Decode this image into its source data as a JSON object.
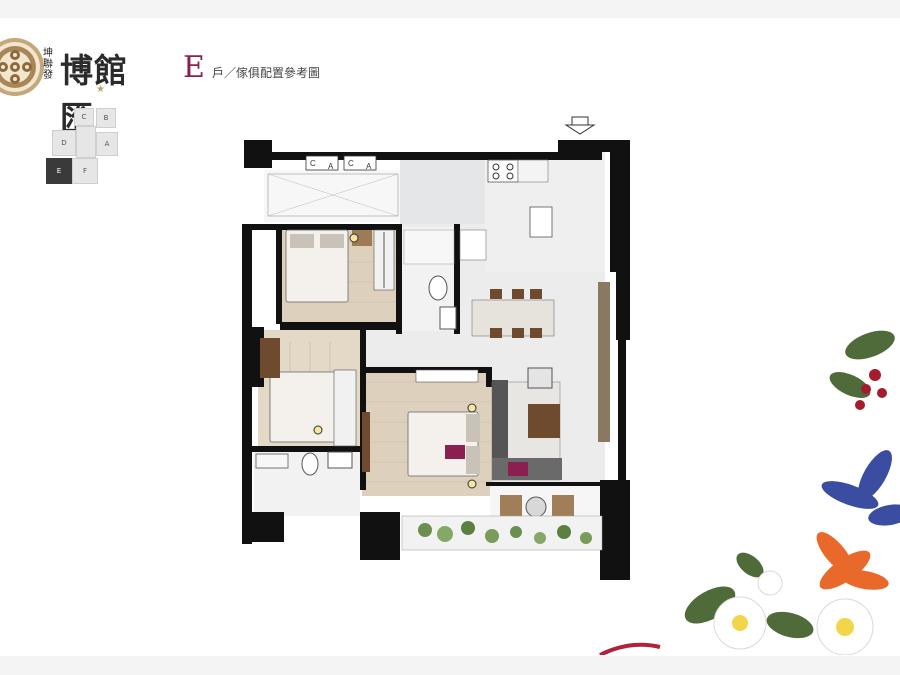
{
  "header": {
    "brand_small": "坤聯發",
    "brand_name": "博館匯",
    "unit_letter": "E",
    "subtitle": "戶／傢俱配置參考圖"
  },
  "keyplan": {
    "cells": [
      "C",
      "B",
      "D",
      "A",
      "E",
      "F"
    ],
    "active": "E"
  },
  "plan": {
    "ac_labels": [
      "C",
      "A",
      "C",
      "A"
    ]
  },
  "colors": {
    "accent": "#8b1f4f",
    "wall": "#111111",
    "wood_floor": "#ddd0bd",
    "tile_floor": "#e9ebec",
    "gold": "#b9a36d"
  },
  "icons": [
    "entry-arrow-icon",
    "flower-decoration",
    "brand-seal"
  ]
}
